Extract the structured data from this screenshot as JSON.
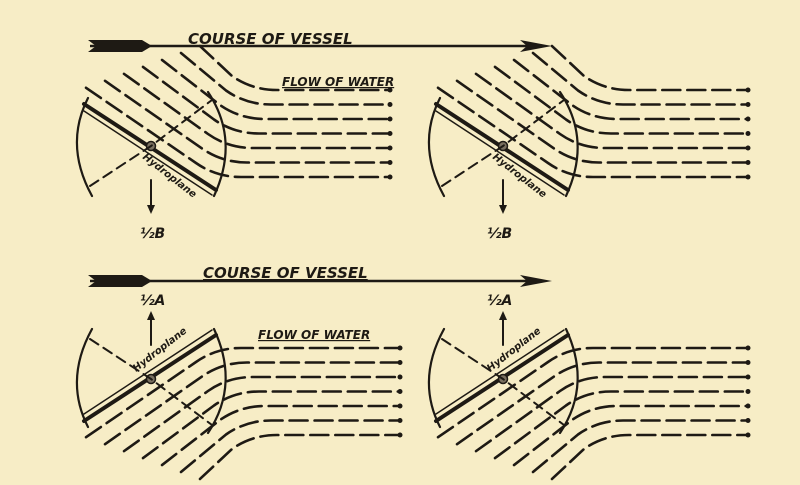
{
  "diagram": {
    "course_label": "COURSE OF VESSEL",
    "flow_label": "FLOW OF WATER",
    "hydroplane_label": "Hydroplane",
    "force_down_label": "½B",
    "force_up_label": "½A",
    "colors": {
      "background": "#f7edc6",
      "ink": "#1e1a14"
    }
  }
}
